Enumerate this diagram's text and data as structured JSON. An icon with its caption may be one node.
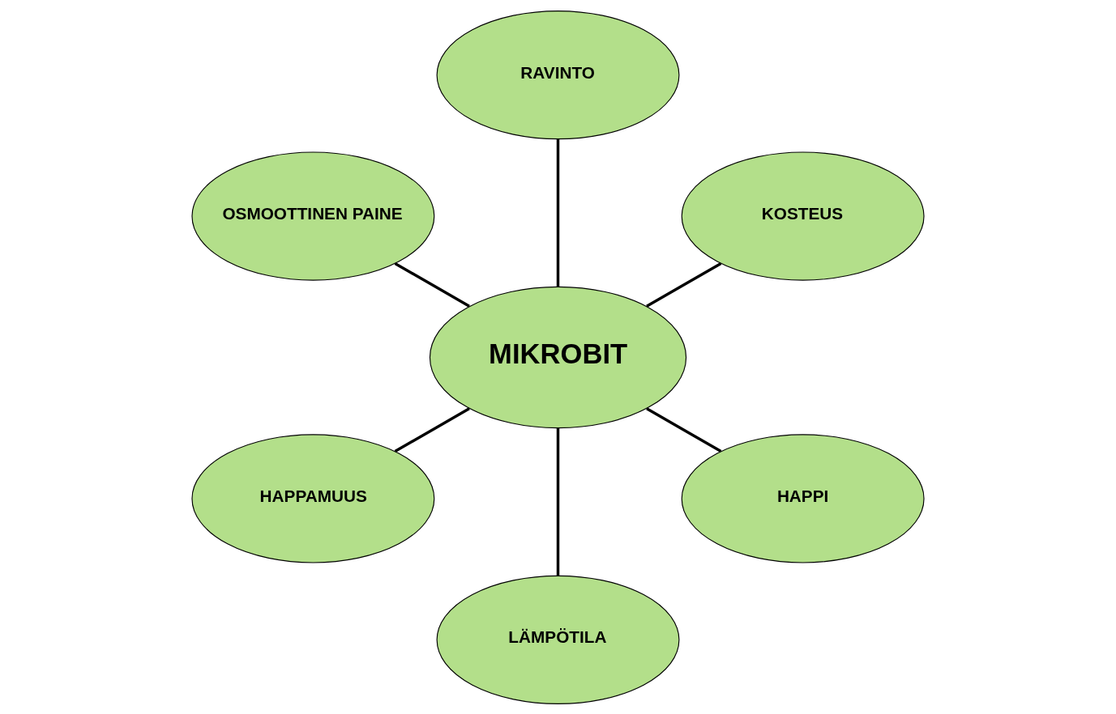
{
  "diagram": {
    "nodes": [
      {
        "text": [
          "KOSTEUS"
        ]
      },
      {
        "text": [
          "RAVINTO"
        ]
      },
      {
        "text": [
          "OSMOOTTINEN PAINE"
        ]
      },
      {
        "text": [
          "MIKROBIT"
        ]
      },
      {
        "text": [
          "HAPPAMUUS"
        ]
      },
      {
        "text": [
          "LÄMPÖTILA"
        ]
      },
      {
        "text": [
          "HAPPI"
        ]
      }
    ],
    "edges": [
      {
        "from": 3,
        "to": 0,
        "arrow": "none"
      },
      {
        "from": 3,
        "to": 1,
        "arrow": "none"
      },
      {
        "from": 3,
        "to": 2,
        "arrow": "none"
      },
      {
        "from": 3,
        "to": 4,
        "arrow": "none"
      },
      {
        "from": 3,
        "to": 5,
        "arrow": "none"
      },
      {
        "from": 3,
        "to": 6,
        "arrow": "none"
      }
    ]
  }
}
